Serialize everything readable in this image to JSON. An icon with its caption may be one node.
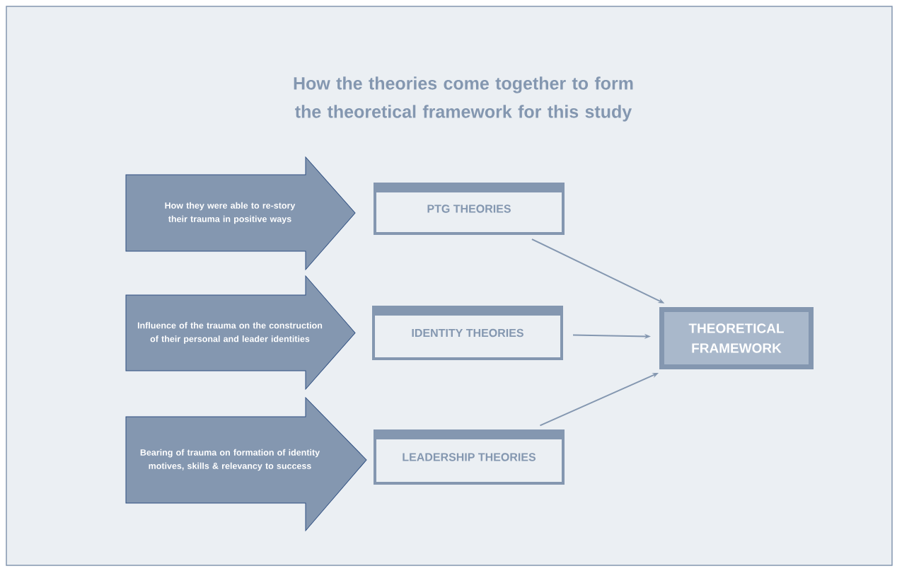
{
  "diagram": {
    "title": "How the theories come together to form the theoretical framework for this study",
    "nodes": [
      {
        "text": [
          "How they were able to re-story their trauma in positive ways"
        ]
      },
      {
        "text": [
          "Influence of the trauma on the construction of their personal and leader identities"
        ]
      },
      {
        "text": [
          "Bearing of trauma on formation of identity motives, skills & relevancy to success"
        ]
      },
      {
        "text": [
          "PTG THEORIES"
        ]
      },
      {
        "text": [
          "IDENTITY THEORIES"
        ]
      },
      {
        "text": [
          "LEADERSHIP THEORIES"
        ]
      },
      {
        "text": [
          "THEORETICAL FRAMEWORK"
        ]
      }
    ],
    "edges": [
      {
        "from": 3,
        "to": 6,
        "arrow": "to"
      },
      {
        "from": 4,
        "to": 6,
        "arrow": "to"
      },
      {
        "from": 5,
        "to": 6,
        "arrow": "to"
      }
    ]
  }
}
